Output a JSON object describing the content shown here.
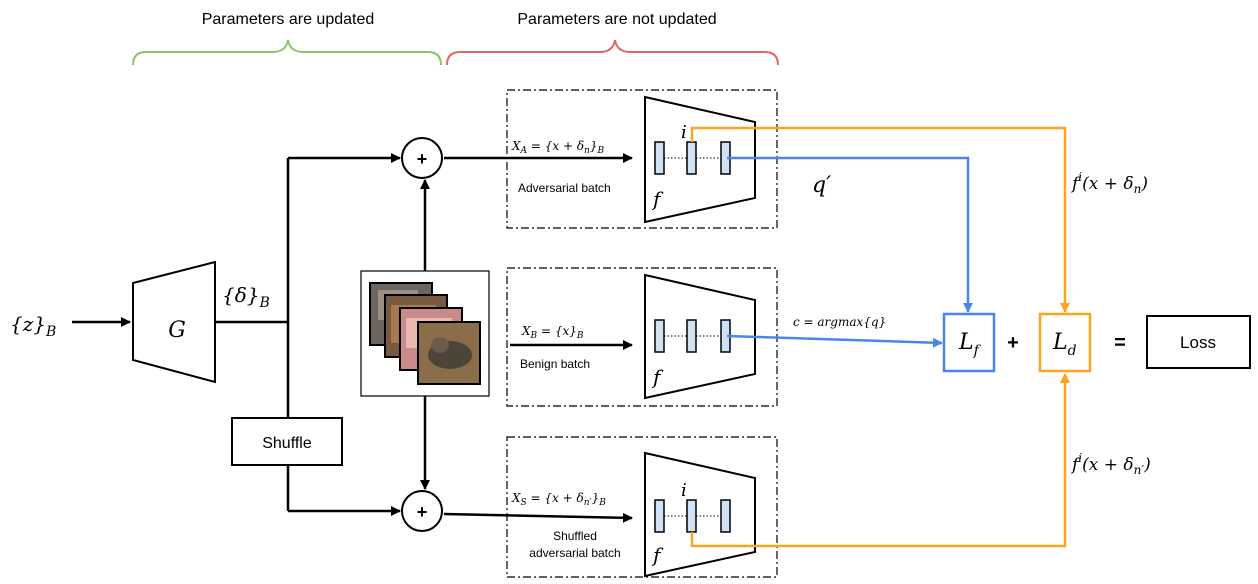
{
  "braces": {
    "updated": "Parameters are updated",
    "not_updated": "Parameters are not updated"
  },
  "inputs": {
    "z": "{z}",
    "z_sub": "B"
  },
  "generator": {
    "label": "G"
  },
  "delta": {
    "label": "{δ}",
    "sub": "B"
  },
  "shuffle": {
    "label": "Shuffle"
  },
  "plus_sign": "+",
  "batches": {
    "adversarial": {
      "formula": "X",
      "formula_sub": "A",
      "formula_rest": " = {x + δ",
      "formula_rest_sub": "n",
      "formula_close": "}",
      "formula_close_sub": "B",
      "label": "Adversarial batch"
    },
    "benign": {
      "formula": "X",
      "formula_sub": "B",
      "formula_rest": " = {x}",
      "formula_rest_sub": "B",
      "label": "Benign batch"
    },
    "shuffled": {
      "formula": "X",
      "formula_sub": "S",
      "formula_rest": " = {x + δ",
      "formula_rest_sub": "n′",
      "formula_close": "}",
      "formula_close_sub": "B",
      "label_line1": "Shuffled",
      "label_line2": "adversarial batch"
    }
  },
  "network": {
    "f_label": "f",
    "i_label": "i"
  },
  "labels": {
    "q_prime": "q′",
    "c_argmax": "c = argmax{q}",
    "fi_top": "f",
    "fi_top_sup": "i",
    "fi_top_rest": "(x + δ",
    "fi_top_sub": "n",
    "fi_top_close": ")",
    "fi_bottom": "f",
    "fi_bottom_sup": "i",
    "fi_bottom_rest": "(x + δ",
    "fi_bottom_sub": "n′",
    "fi_bottom_close": ")"
  },
  "losses": {
    "lf": "L",
    "lf_sub": "f",
    "ld": "L",
    "ld_sub": "d",
    "plus": "+",
    "equals": "=",
    "loss": "Loss"
  },
  "colors": {
    "green_brace": "#8fc26b",
    "red_brace": "#e06666",
    "blue": "#4a86e8",
    "orange": "#f5a623",
    "layer_fill": "#cfe2f3"
  }
}
